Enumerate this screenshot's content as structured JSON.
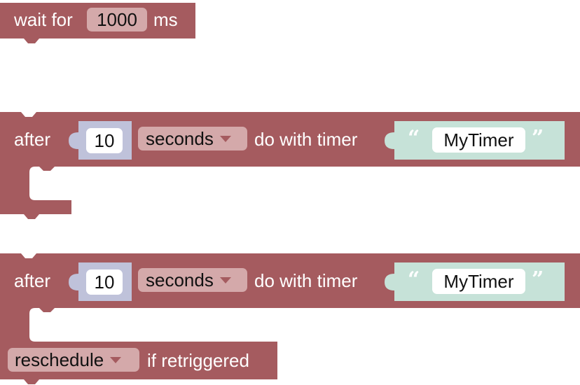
{
  "colors": {
    "block": "#a55b5f",
    "field": "#d4a9aa",
    "number_block": "#bfc2da",
    "text_block": "#c6e2d8"
  },
  "wait_block": {
    "prefix": "wait for",
    "value": "1000",
    "suffix": "ms"
  },
  "after_block_1": {
    "prefix": "after",
    "number": "10",
    "unit": "seconds",
    "middle": "do with timer",
    "open_quote": "“",
    "timer_name": "MyTimer",
    "close_quote": "”"
  },
  "after_block_2": {
    "prefix": "after",
    "number": "10",
    "unit": "seconds",
    "middle": "do with timer",
    "open_quote": "“",
    "timer_name": "MyTimer",
    "close_quote": "”",
    "mode": "reschedule",
    "mode_suffix": "if retriggered"
  }
}
